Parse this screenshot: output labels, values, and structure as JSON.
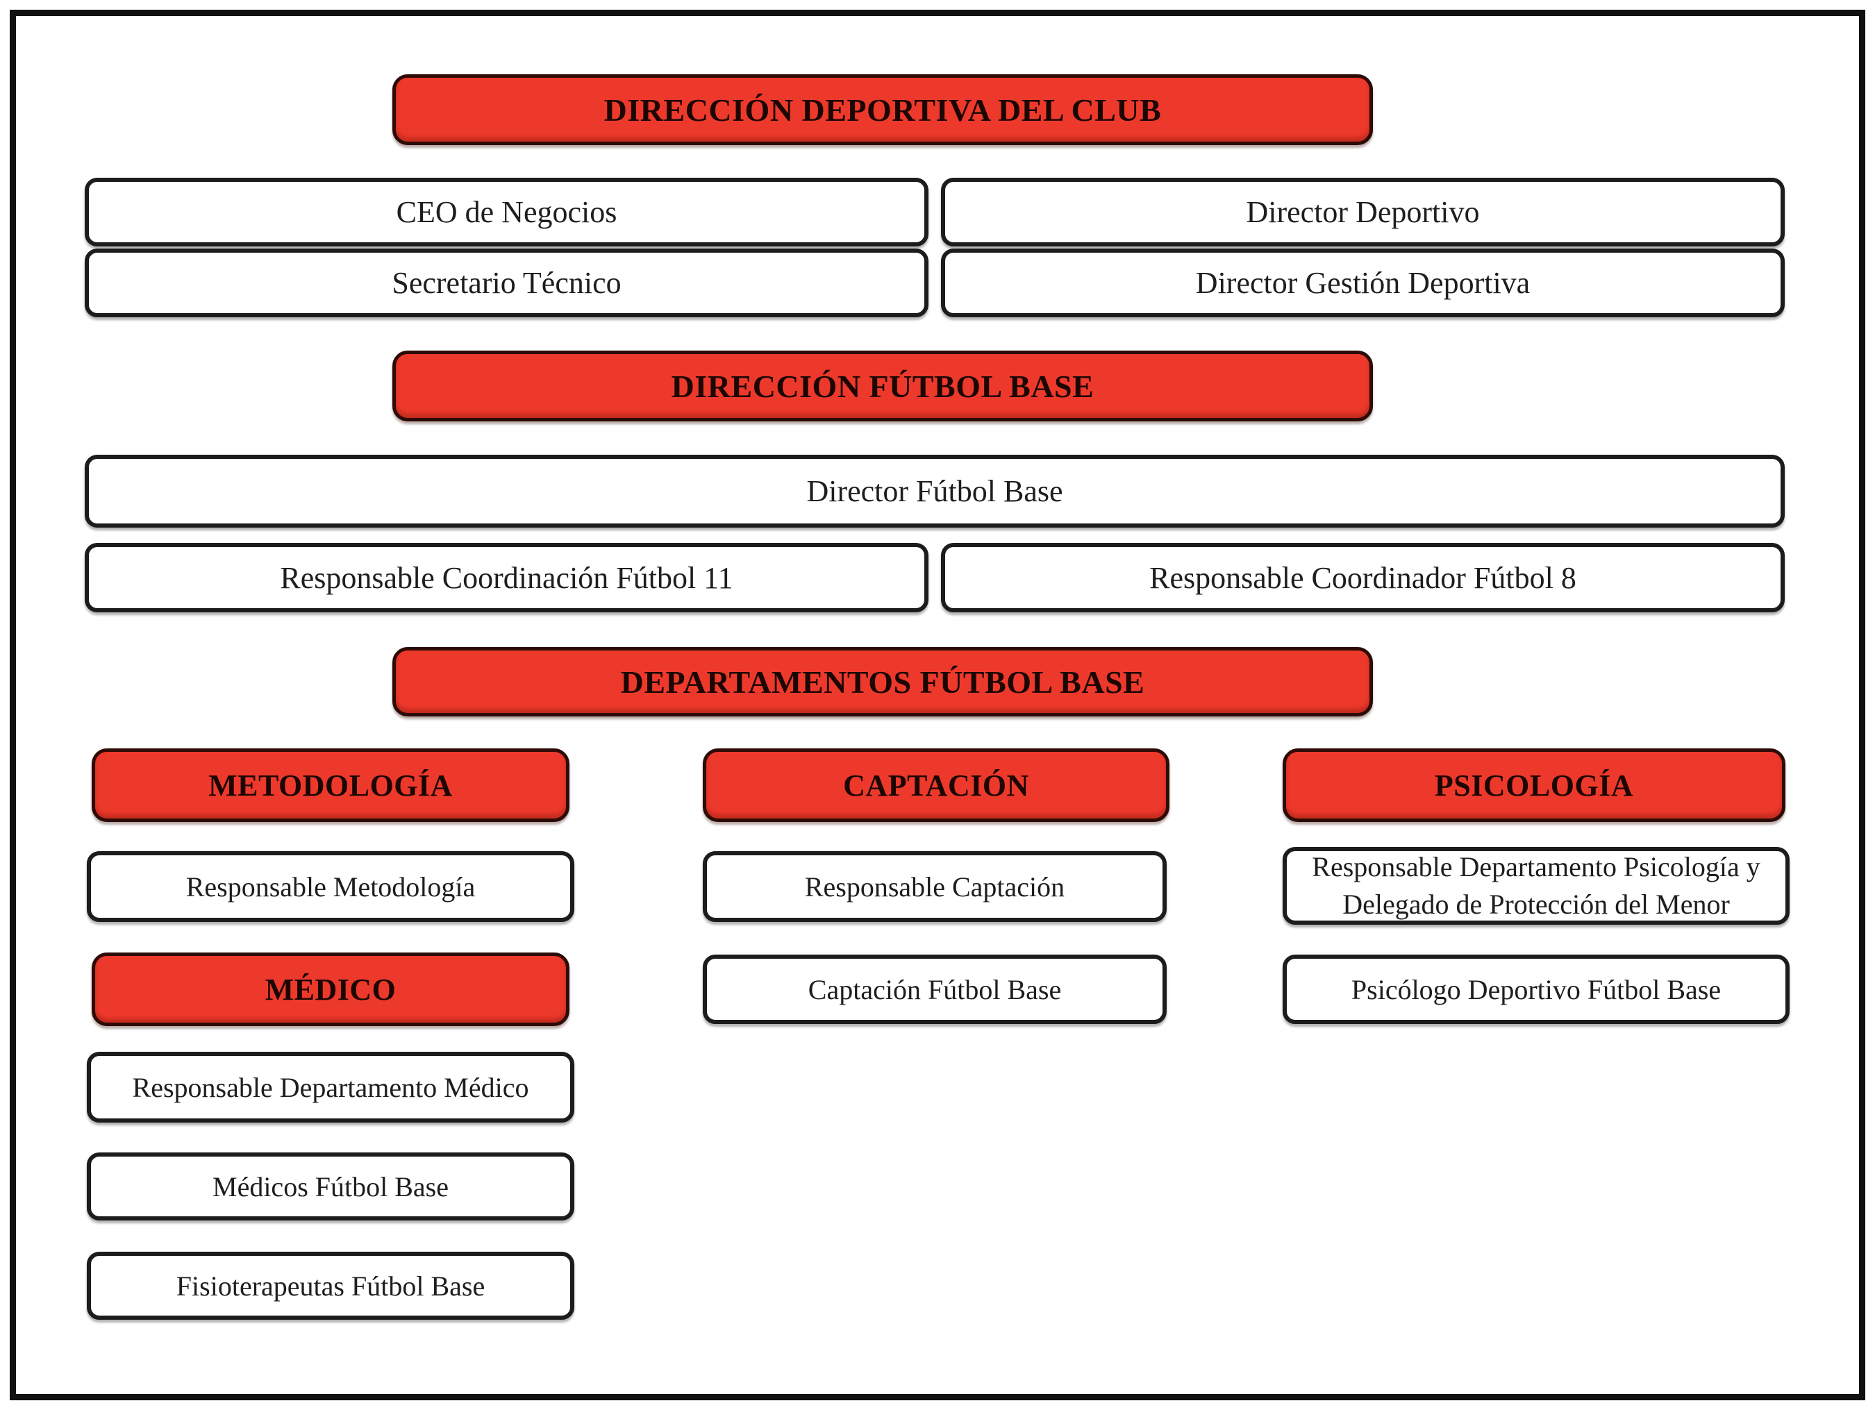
{
  "org_chart": {
    "colors": {
      "header_bg": "#ED392B",
      "header_border": "#2D0B06",
      "header_text": "#1B0603",
      "box_border": "#1C1C1C",
      "box_bg": "#FFFFFF",
      "frame_border": "#111111"
    },
    "sections": [
      {
        "header": "DIRECCIÓN DEPORTIVA DEL CLUB",
        "boxes": [
          "CEO de Negocios",
          "Director Deportivo",
          "Secretario Técnico",
          "Director Gestión Deportiva"
        ]
      },
      {
        "header": "DIRECCIÓN FÚTBOL BASE",
        "boxes": [
          "Director Fútbol Base",
          "Responsable Coordinación Fútbol 11",
          "Responsable Coordinador Fútbol 8"
        ]
      },
      {
        "header": "DEPARTAMENTOS FÚTBOL BASE",
        "departments": [
          {
            "header": "METODOLOGÍA",
            "boxes": [
              "Responsable Metodología"
            ]
          },
          {
            "header": "MÉDICO",
            "boxes": [
              "Responsable Departamento Médico",
              "Médicos Fútbol Base",
              "Fisioterapeutas Fútbol Base"
            ]
          },
          {
            "header": "CAPTACIÓN",
            "boxes": [
              "Responsable Captación",
              "Captación Fútbol Base"
            ]
          },
          {
            "header": "PSICOLOGÍA",
            "boxes": [
              "Responsable Departamento Psicología y Delegado de Protección del Menor",
              "Psicólogo Deportivo Fútbol Base"
            ]
          }
        ]
      }
    ]
  }
}
